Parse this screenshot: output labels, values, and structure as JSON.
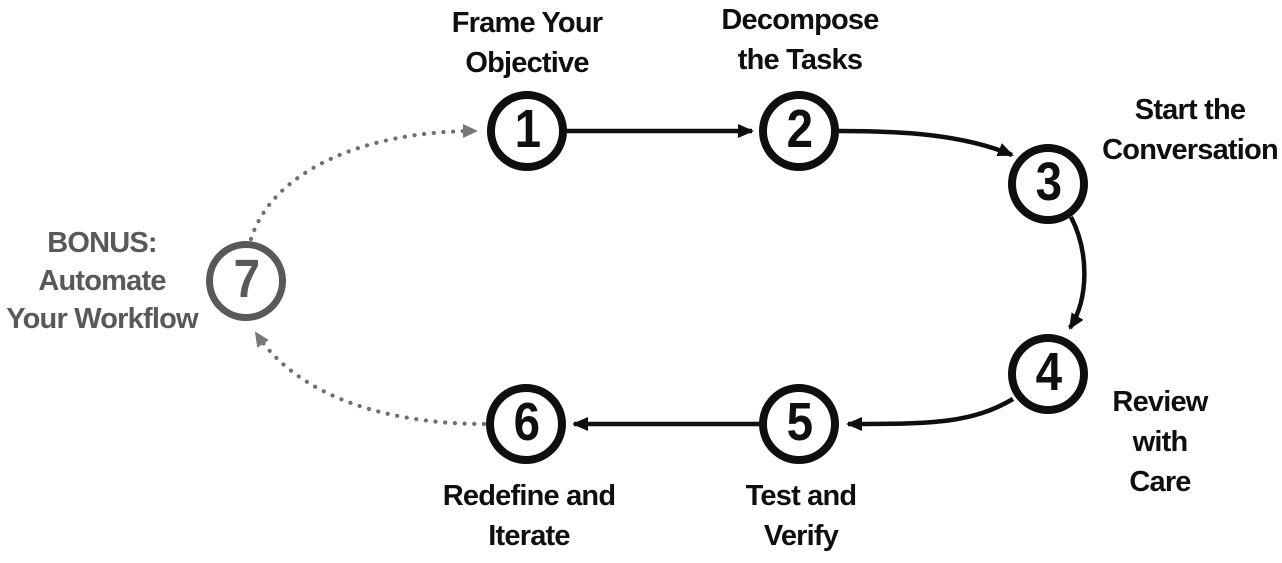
{
  "diagram": {
    "type": "workflow-cycle",
    "colors": {
      "primary": "#0f0f0f",
      "bonus_gray": "#58595b",
      "dotted_gray": "#6e6f71",
      "background": "#ffffff"
    },
    "steps": [
      {
        "number": "1",
        "label": "Frame Your\nObjective",
        "style": "normal"
      },
      {
        "number": "2",
        "label": "Decompose\nthe Tasks",
        "style": "normal"
      },
      {
        "number": "3",
        "label": "Start the\nConversation",
        "style": "normal"
      },
      {
        "number": "4",
        "label": "Review\nwith Care",
        "style": "normal"
      },
      {
        "number": "5",
        "label": "Test and\nVerify",
        "style": "normal"
      },
      {
        "number": "6",
        "label": "Redefine and\nIterate",
        "style": "normal"
      },
      {
        "number": "7",
        "label": "BONUS:\nAutomate\nYour Workflow",
        "style": "bonus"
      }
    ],
    "connections": [
      {
        "from": "1",
        "to": "2",
        "style": "solid"
      },
      {
        "from": "2",
        "to": "3",
        "style": "solid"
      },
      {
        "from": "3",
        "to": "4",
        "style": "solid"
      },
      {
        "from": "4",
        "to": "5",
        "style": "solid"
      },
      {
        "from": "5",
        "to": "6",
        "style": "solid"
      },
      {
        "from": "6",
        "to": "7",
        "style": "dotted"
      },
      {
        "from": "7",
        "to": "1",
        "style": "dotted"
      }
    ]
  }
}
